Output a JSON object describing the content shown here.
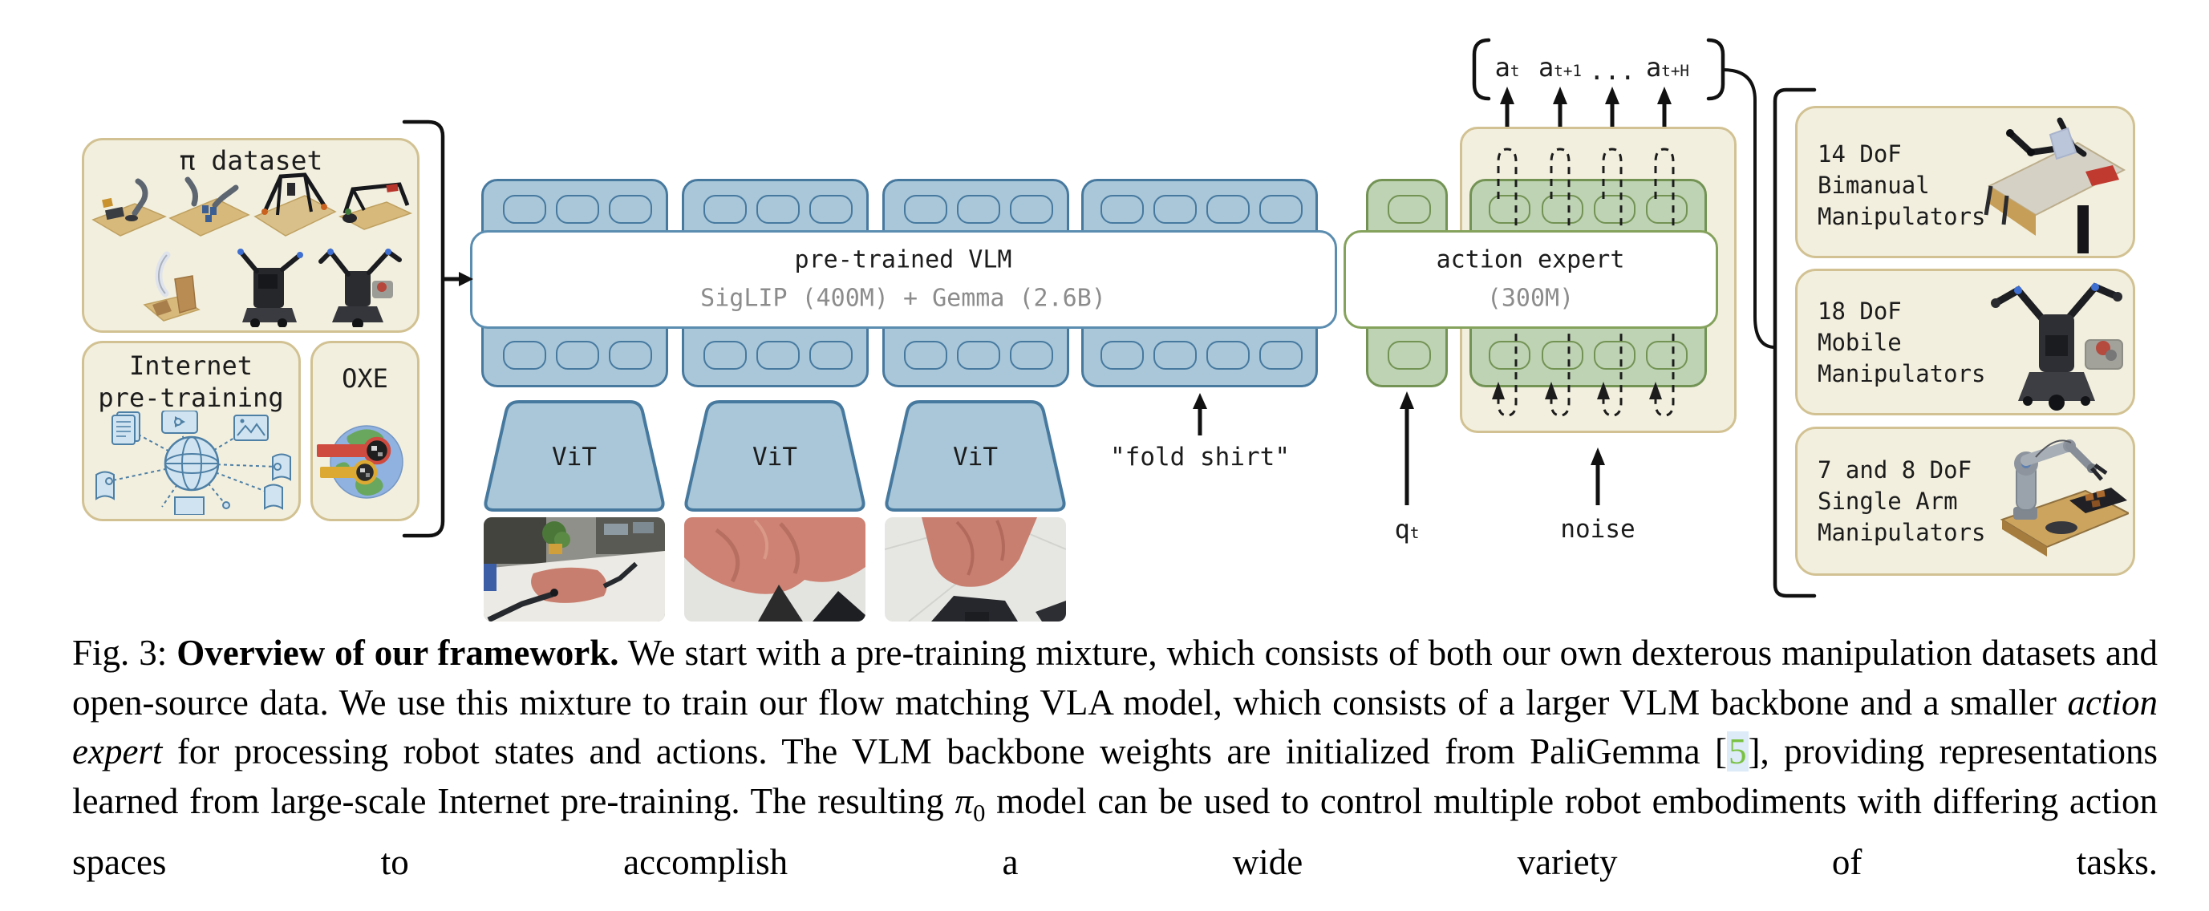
{
  "figure": {
    "left_panel": {
      "pi_dataset_label": "π dataset",
      "internet_line1": "Internet",
      "internet_line2": "pre-training",
      "oxe_label": "OXE"
    },
    "vlm": {
      "title": "pre-trained VLM",
      "subtitle": "SigLIP (400M) + Gemma (2.6B)",
      "vit_labels": [
        "ViT",
        "ViT",
        "ViT"
      ],
      "prompt_label": "\"fold shirt\""
    },
    "action_expert": {
      "title": "action expert",
      "subtitle": "(300M)",
      "output_tokens": [
        {
          "base": "a",
          "sub": "t"
        },
        {
          "base": "a",
          "sub": "t+1"
        },
        {
          "base": "...",
          "sub": ""
        },
        {
          "base": "a",
          "sub": "t+H"
        }
      ],
      "state_input": {
        "base": "q",
        "sub": "t"
      },
      "noise_label": "noise"
    },
    "embodiments": [
      {
        "line1": "14 DoF",
        "line2": "Bimanual",
        "line3": "Manipulators"
      },
      {
        "line1": "18 DoF",
        "line2": "Mobile",
        "line3": "Manipulators"
      },
      {
        "line1": "7 and 8 DoF",
        "line2": "Single Arm",
        "line3": "Manipulators"
      }
    ]
  },
  "caption": {
    "prefix": "Fig. 3: ",
    "bold_title": "Overview of our framework.",
    "body_1": " We start with a pre-training mixture, which consists of both our own dexterous manipulation datasets and open-source data. We use this mixture to train our flow matching VLA model, which consists of a larger VLM backbone and a smaller ",
    "italic_term": "action expert",
    "body_2": " for processing robot states and actions. The VLM backbone weights are initialized from PaliGemma [",
    "citation": "5",
    "body_3": "], providing representations learned from large-scale Internet pre-training. The resulting ",
    "pi_symbol": "π",
    "pi_sub": "0",
    "body_4": " model can be used to control multiple robot embodiments with differing action spaces to accomplish a wide variety of tasks."
  },
  "colors": {
    "panel_bg": "#f2efde",
    "panel_border": "#d2c293",
    "blue_fill": "#a9c7d9",
    "blue_border": "#47799f",
    "green_fill": "#bed3b3",
    "green_border": "#739355",
    "vlm_border": "#5b8db0",
    "expert_border": "#85a25c",
    "subtitle_gray": "#8c8c8c",
    "citation_green": "#7ac143",
    "citation_bg": "#dcebf7"
  }
}
